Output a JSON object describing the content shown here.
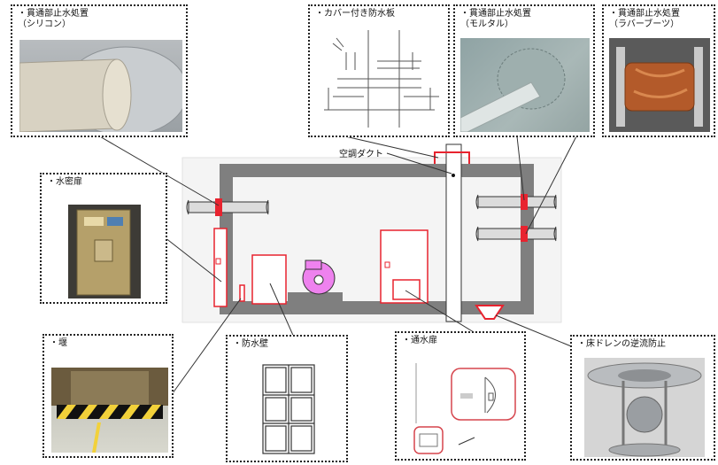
{
  "callouts": {
    "silicone": {
      "line1": "・貫通部止水処置",
      "line2": "（シリコン）"
    },
    "cover_plate": {
      "title": "・カバー付き防水板"
    },
    "mortar": {
      "line1": "・貫通部止水処置",
      "line2": "（モルタル）"
    },
    "rubber_boot": {
      "line1": "・貫通部止水処置",
      "line2": "（ラバーブーツ）"
    },
    "watertight_door": {
      "title": "・水密扉"
    },
    "weir": {
      "title": "・堰"
    },
    "waterproof_wall": {
      "title": "・防水壁"
    },
    "flow_door": {
      "title": "・通水扉"
    },
    "floor_drain": {
      "title": "・床ドレンの逆流防止"
    }
  },
  "diagram": {
    "duct_label": "空調ダクト"
  },
  "colors": {
    "wall": "#7f7f7f",
    "seal": "#e8232f",
    "fan": "#ee82ee",
    "callout_border": "#222222"
  }
}
